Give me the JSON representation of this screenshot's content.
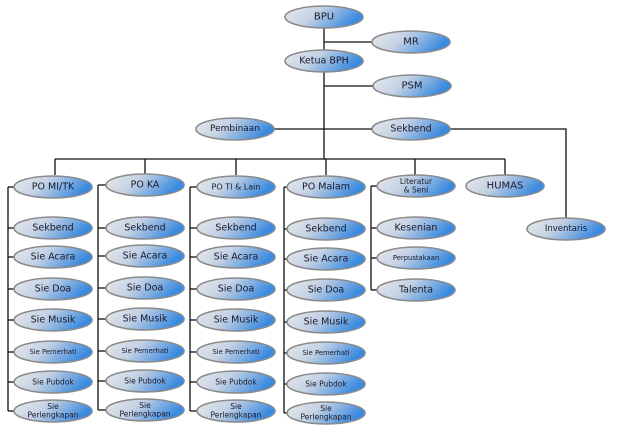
{
  "top": {
    "bpu": "BPU",
    "mr": "MR",
    "ketua": "Ketua BPH",
    "psm": "PSM",
    "pembinaan": "Pembinaan",
    "sekbend": "Sekbend",
    "inventaris": "Inventaris",
    "humas": "HUMAS"
  },
  "columns": [
    {
      "head": [
        "PO MI/TK"
      ],
      "items": [
        [
          "Sekbend"
        ],
        [
          "Sie Acara"
        ],
        [
          "Sie Doa"
        ],
        [
          "Sie Musik"
        ],
        [
          "Sie Pemerhati"
        ],
        [
          "Sie Pubdok"
        ],
        [
          "Sie",
          "Perlengkapan"
        ]
      ]
    },
    {
      "head": [
        "PO KA"
      ],
      "items": [
        [
          "Sekbend"
        ],
        [
          "Sie Acara"
        ],
        [
          "Sie Doa"
        ],
        [
          "Sie Musik"
        ],
        [
          "Sie Pemerhati"
        ],
        [
          "Sie Pubdok"
        ],
        [
          "Sie",
          "Perlengkapan"
        ]
      ]
    },
    {
      "head": [
        "PO TI & Lain"
      ],
      "items": [
        [
          "Sekbend"
        ],
        [
          "Sie Acara"
        ],
        [
          "Sie Doa"
        ],
        [
          "Sie Musik"
        ],
        [
          "Sie Pemerhati"
        ],
        [
          "Sie Pubdok"
        ],
        [
          "Sie",
          "Perlengkapan"
        ]
      ]
    },
    {
      "head": [
        "PO Malam"
      ],
      "items": [
        [
          "Sekbend"
        ],
        [
          "Sie Acara"
        ],
        [
          "Sie Doa"
        ],
        [
          "Sie Musik"
        ],
        [
          "Sie Pemerhati"
        ],
        [
          "Sie Pubdok"
        ],
        [
          "Sie",
          "Perlengkapan"
        ]
      ]
    },
    {
      "head": [
        "Literatur",
        "& Seni"
      ],
      "items": [
        [
          "Kesenian"
        ],
        [
          "Perpustakaan"
        ],
        [
          "Talenta"
        ]
      ]
    }
  ],
  "colors": {
    "node_light": "#e4e6ea",
    "node_blue": "#3f8fe0",
    "node_border": "#8a8a8a",
    "line": "#111111"
  }
}
